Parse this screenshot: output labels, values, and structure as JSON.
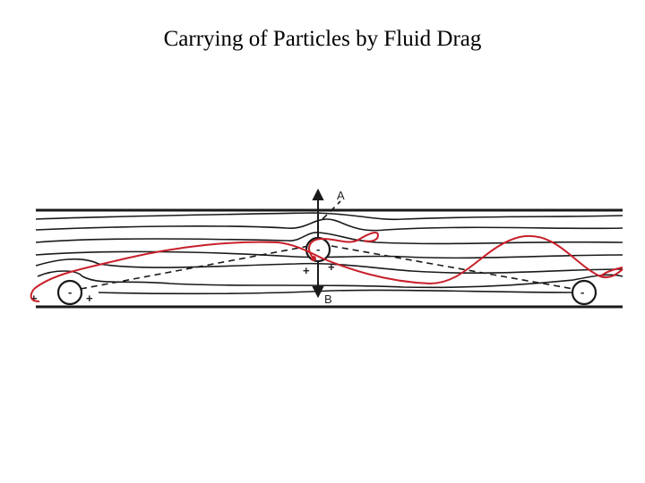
{
  "slide": {
    "title": "Carrying of Particles by Fluid Drag"
  },
  "diagram": {
    "labels": {
      "top_arrow": "A",
      "bottom_arrow": "B"
    },
    "signs": {
      "left_particle_left": "+",
      "left_particle_center": "-",
      "left_particle_right": "+",
      "mid_particle_center": "-",
      "mid_particle_below": "+",
      "mid_particle_left": "+",
      "right_particle_center": "-"
    },
    "colors": {
      "flow_lines": "#1a1a1a",
      "trajectory": "#c8202a"
    }
  }
}
